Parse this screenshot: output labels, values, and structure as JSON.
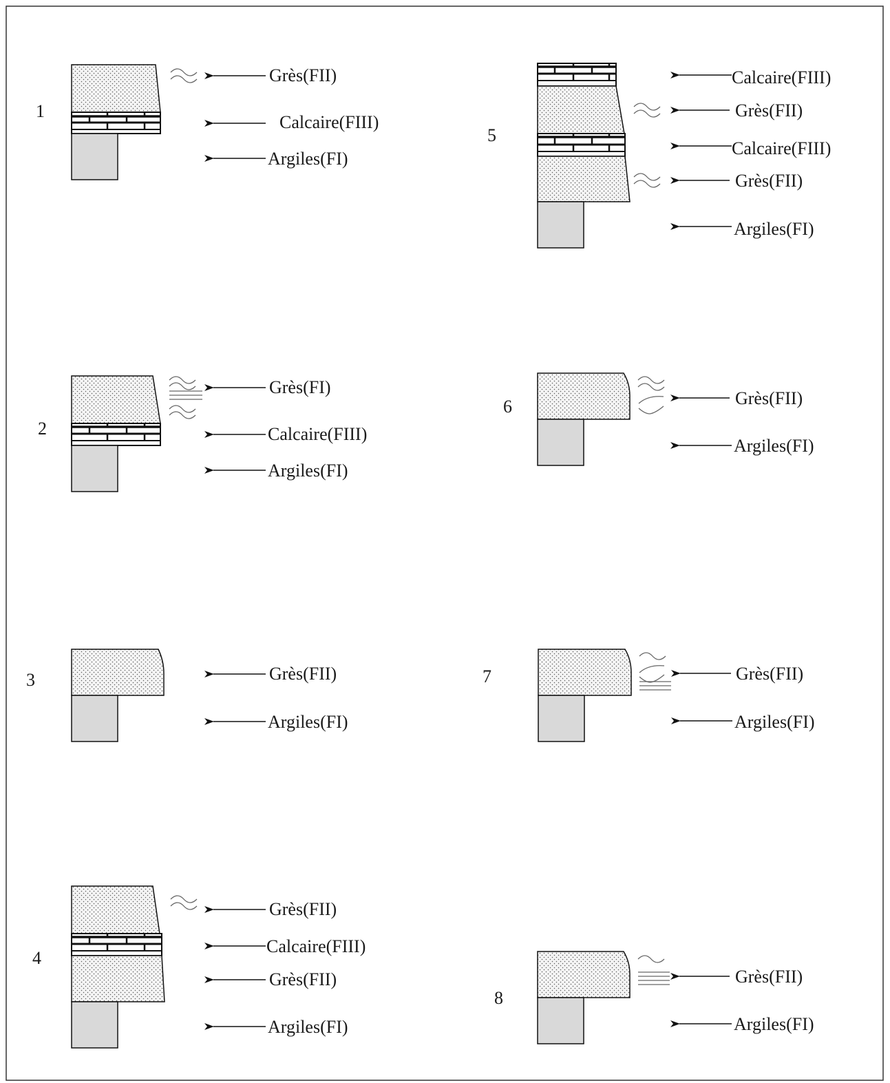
{
  "figure": {
    "columns": [
      {
        "logs": [
          {
            "number": "1",
            "labels": [
              "Grès(FII)",
              "Calcaire(FIII)",
              "Argiles(FI)"
            ]
          },
          {
            "number": "2",
            "labels": [
              "Grès(FI)",
              "Calcaire(FIII)",
              "Argiles(FI)"
            ]
          },
          {
            "number": "3",
            "labels": [
              "Grès(FII)",
              "Argiles(FI)"
            ]
          },
          {
            "number": "4",
            "labels": [
              "Grès(FII)",
              "Calcaire(FIII)",
              "Grès(FII)",
              "Argiles(FI)"
            ]
          }
        ]
      },
      {
        "logs": [
          {
            "number": "5",
            "labels": [
              "Calcaire(FIII)",
              "Grès(FII)",
              "Calcaire(FIII)",
              "Grès(FII)",
              "Argiles(FI)"
            ]
          },
          {
            "number": "6",
            "labels": [
              "Grès(FII)",
              "Argiles(FI)"
            ]
          },
          {
            "number": "7",
            "labels": [
              "Grès(FII)",
              "Argiles(FI)"
            ]
          },
          {
            "number": "8",
            "labels": [
              "Grès(FII)",
              "Argiles(FI)"
            ]
          }
        ]
      }
    ]
  },
  "colors": {
    "border": "#333333",
    "ink": "#111111",
    "clay_fill": "#d9d9d9",
    "sand_fill": "#f4f4f4",
    "sand_dot": "#5a5a5a",
    "structure_symbol": "#666666"
  }
}
